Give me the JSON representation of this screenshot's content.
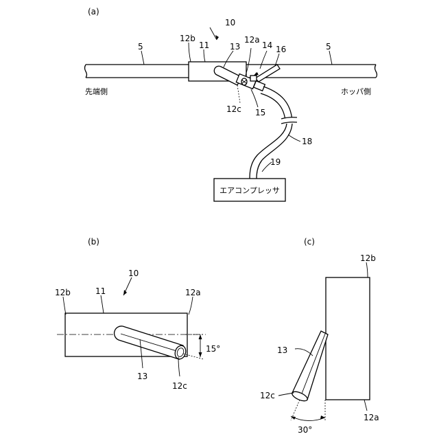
{
  "panels": {
    "a": "(a)",
    "b": "(b)",
    "c": "(c)"
  },
  "panel_a": {
    "assembly_number": "10",
    "pipe_left_number": "5",
    "pipe_right_number": "5",
    "label_11": "11",
    "label_12b": "12b",
    "label_12a": "12a",
    "label_13": "13",
    "label_14": "14",
    "label_16": "16",
    "label_12c": "12c",
    "label_15": "15",
    "label_18": "18",
    "label_19": "19",
    "side_left": "先端側",
    "side_right": "ホッパ側",
    "compressor": "エアコンプレッサ"
  },
  "panel_b": {
    "assembly_number": "10",
    "label_11": "11",
    "label_12b": "12b",
    "label_12a": "12a",
    "label_13": "13",
    "label_12c": "12c",
    "angle": "15°"
  },
  "panel_c": {
    "label_12b": "12b",
    "label_12a": "12a",
    "label_13": "13",
    "label_12c": "12c",
    "angle": "30°"
  }
}
